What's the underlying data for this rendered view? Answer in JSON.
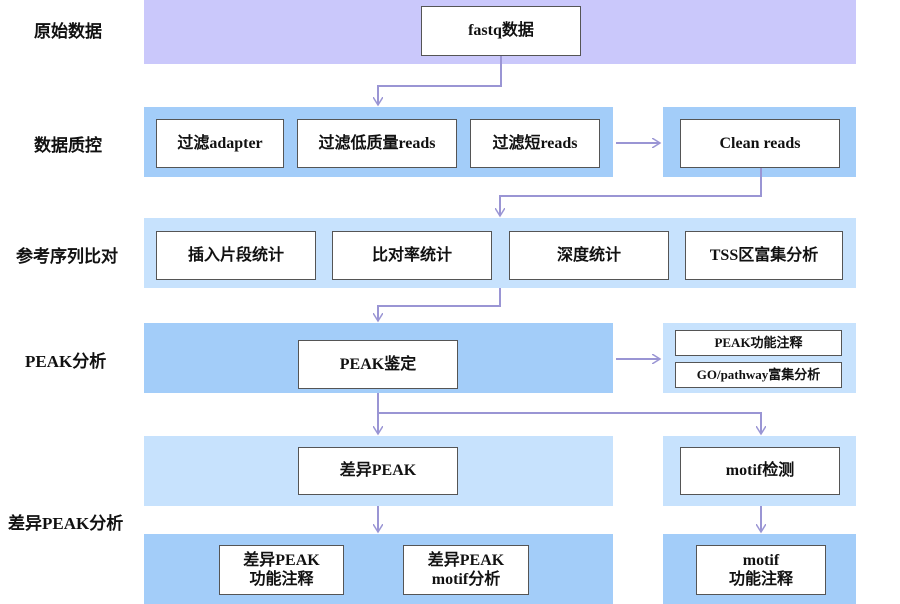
{
  "stages": {
    "raw": "原始数据",
    "qc": "数据质控",
    "align": "参考序列比对",
    "peak": "PEAK分析",
    "diff": "差异PEAK分析"
  },
  "boxes": {
    "fastq": "fastq数据",
    "filter_adapter": "过滤adapter",
    "filter_lowq": "过滤低质量reads",
    "filter_short": "过滤短reads",
    "clean_reads": "Clean reads",
    "insert_stats": "插入片段统计",
    "align_rate": "比对率统计",
    "depth_stats": "深度统计",
    "tss": "TSS区富集分析",
    "peak_id": "PEAK鉴定",
    "peak_annot": "PEAK功能注释",
    "go_pathway": "GO/pathway富集分析",
    "diff_peak": "差异PEAK",
    "motif_detect": "motif检测",
    "diff_func": [
      "差异PEAK",
      "功能注释"
    ],
    "diff_motif": [
      "差异PEAK",
      "motif分析"
    ],
    "motif_func": [
      "motif",
      "功能注释"
    ]
  },
  "colors": {
    "band_purple": "#cac8fb",
    "band_blue": "#a3cdf9",
    "band_light": "#c7e2fd",
    "arrow": "#9a95d4"
  }
}
